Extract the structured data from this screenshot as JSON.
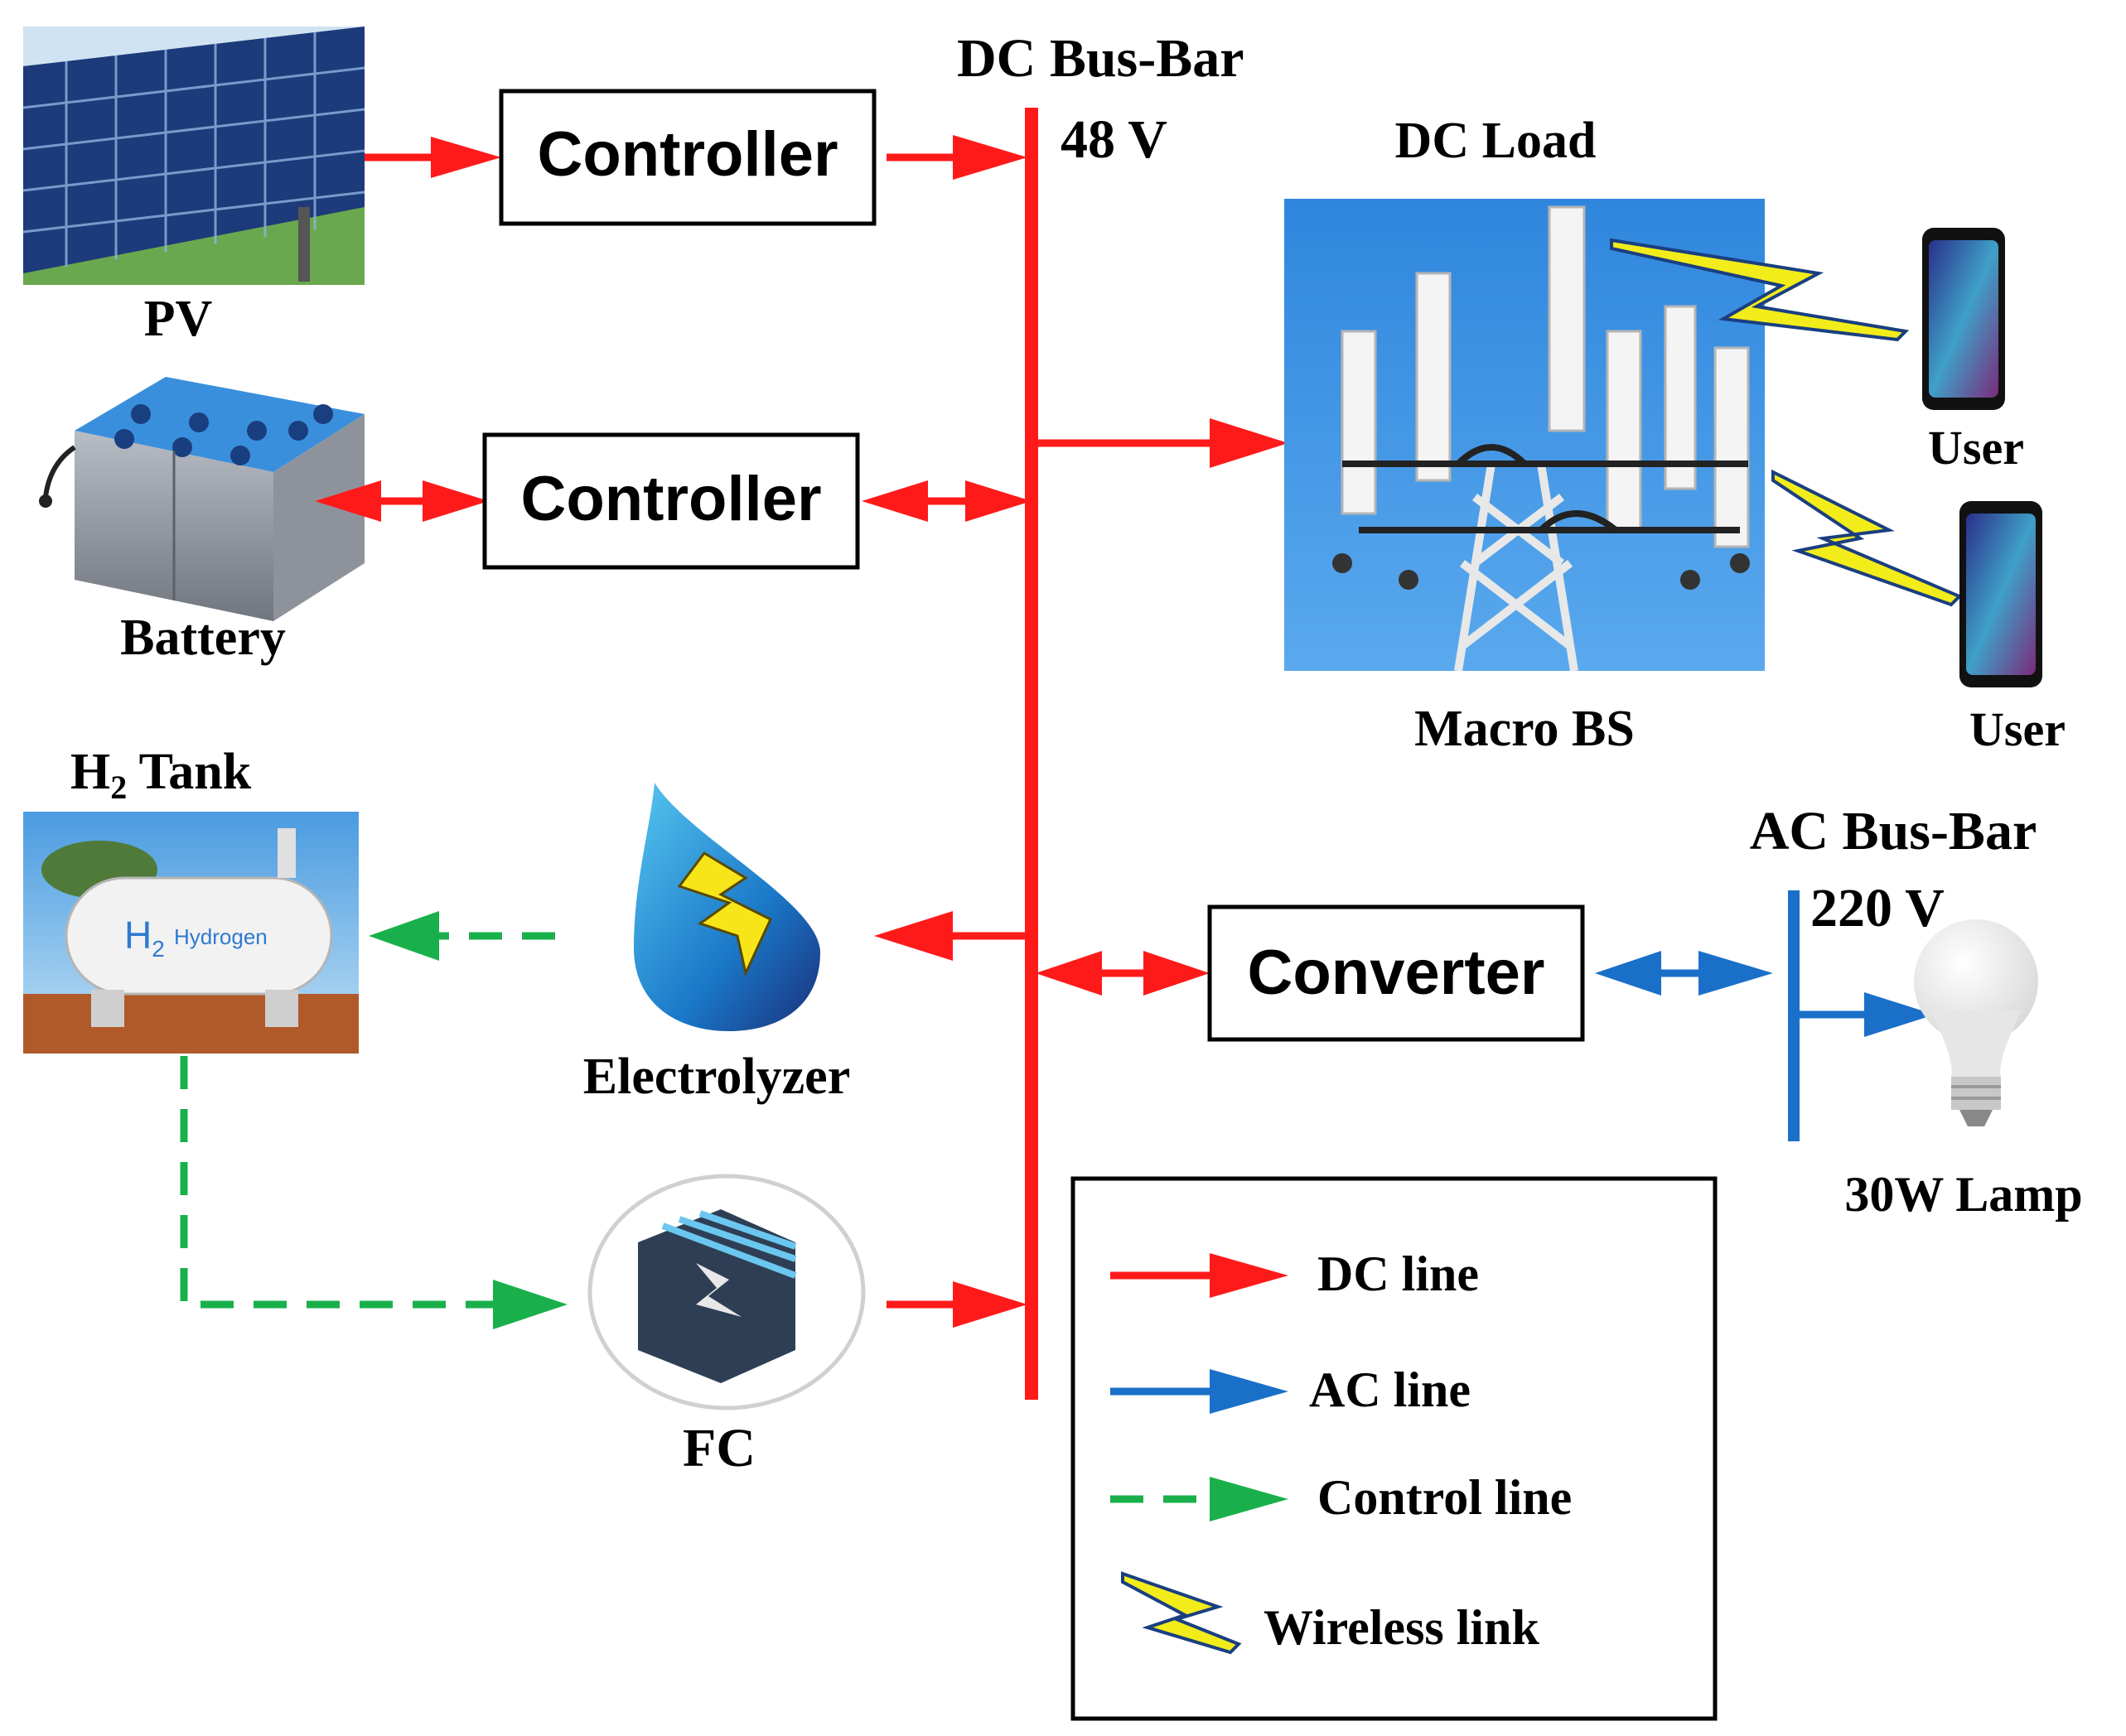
{
  "dc_bus": {
    "title": "DC Bus-Bar",
    "voltage": "48 V"
  },
  "ac_bus": {
    "title": "AC Bus-Bar",
    "voltage": "220 V"
  },
  "components": {
    "pv": "PV",
    "battery": "Battery",
    "h2_tank_prefix": "H",
    "h2_tank_sub": "2",
    "h2_tank_suffix": " Tank",
    "h2_tank_sign_prefix": "H",
    "h2_tank_sign_sub": "2",
    "h2_tank_sign_word": "Hydrogen",
    "electrolyzer": "Electrolyzer",
    "fc": "FC",
    "dc_load": "DC Load",
    "macro_bs": "Macro BS",
    "user_1": "User",
    "user_2": "User",
    "lamp": "30W Lamp"
  },
  "boxes": {
    "pv_controller": "Controller",
    "battery_controller": "Controller",
    "converter": "Converter"
  },
  "legend": {
    "dc_line": "DC line",
    "ac_line": "AC line",
    "control_line": "Control line",
    "wireless_link": "Wireless link"
  },
  "colors": {
    "dc": "#ff1a1a",
    "ac": "#1a6fc9",
    "control": "#19b04b",
    "wireless": "#f2ec1a",
    "sky": "#3d95e3",
    "panel": "#1d3a7a"
  }
}
